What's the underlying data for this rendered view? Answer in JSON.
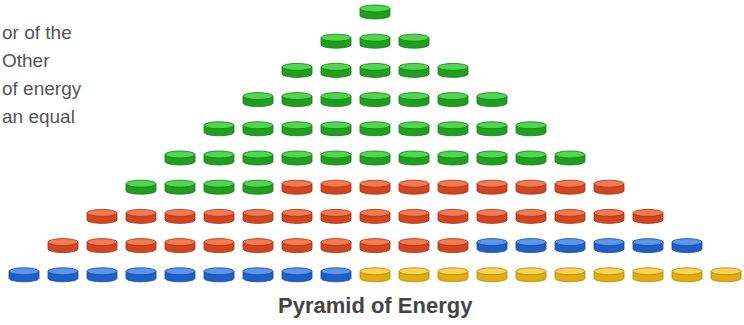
{
  "diagram": {
    "caption": "Pyramid of Energy",
    "labels": [
      "or of the",
      "Other",
      "of energy",
      "an equal"
    ]
  }
}
